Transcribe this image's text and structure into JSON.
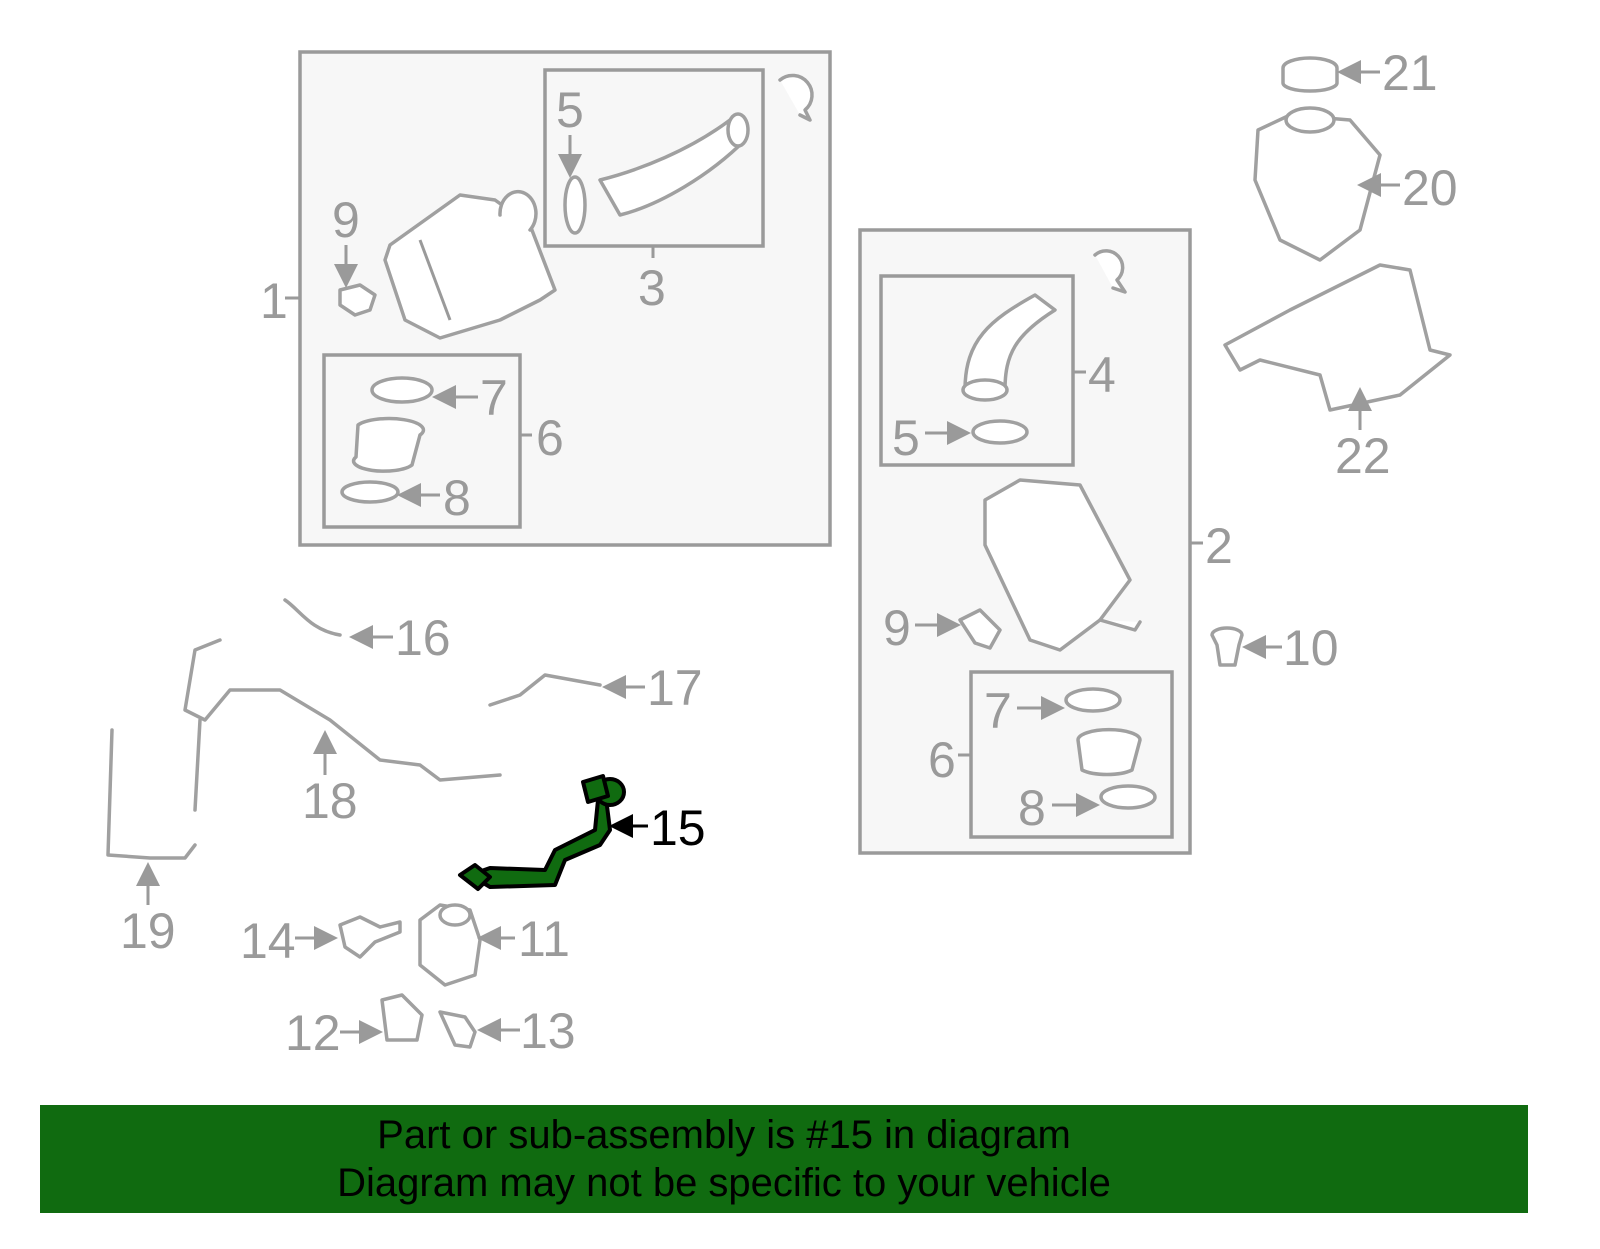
{
  "diagram": {
    "highlight_color": "#106b10",
    "callouts": {
      "c1": "1",
      "c2": "2",
      "c3": "3",
      "c4": "4",
      "c5a": "5",
      "c5b": "5",
      "c6a": "6",
      "c6b": "6",
      "c7a": "7",
      "c7b": "7",
      "c8a": "8",
      "c8b": "8",
      "c9a": "9",
      "c9b": "9",
      "c10": "10",
      "c11": "11",
      "c12": "12",
      "c13": "13",
      "c14": "14",
      "c15": "15",
      "c16": "16",
      "c17": "17",
      "c18": "18",
      "c19": "19",
      "c20": "20",
      "c21": "21",
      "c22": "22"
    }
  },
  "banner": {
    "line1": "Part or sub-assembly is #15 in diagram",
    "line2": "Diagram may not be specific to your vehicle"
  }
}
